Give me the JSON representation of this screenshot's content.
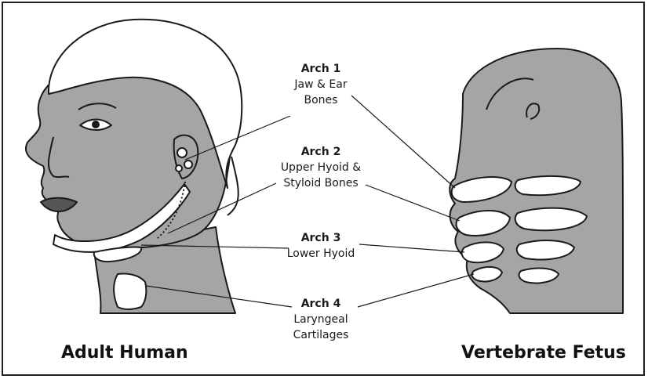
{
  "colors": {
    "skin": "#a5a5a5",
    "skin_dark": "#8f8f8f",
    "bone": "#ffffff",
    "outline": "#1a1a1a",
    "hair": "#ffffff"
  },
  "arches": [
    {
      "title": "Arch 1",
      "lines": [
        "Jaw & Ear",
        "Bones"
      ]
    },
    {
      "title": "Arch 2",
      "lines": [
        "Upper Hyoid &",
        "Styloid Bones"
      ]
    },
    {
      "title": "Arch 3",
      "lines": [
        "Lower Hyoid"
      ]
    },
    {
      "title": "Arch 4",
      "lines": [
        "Laryngeal",
        "Cartilages"
      ]
    }
  ],
  "captions": {
    "left": "Adult Human",
    "right": "Vertebrate Fetus"
  }
}
